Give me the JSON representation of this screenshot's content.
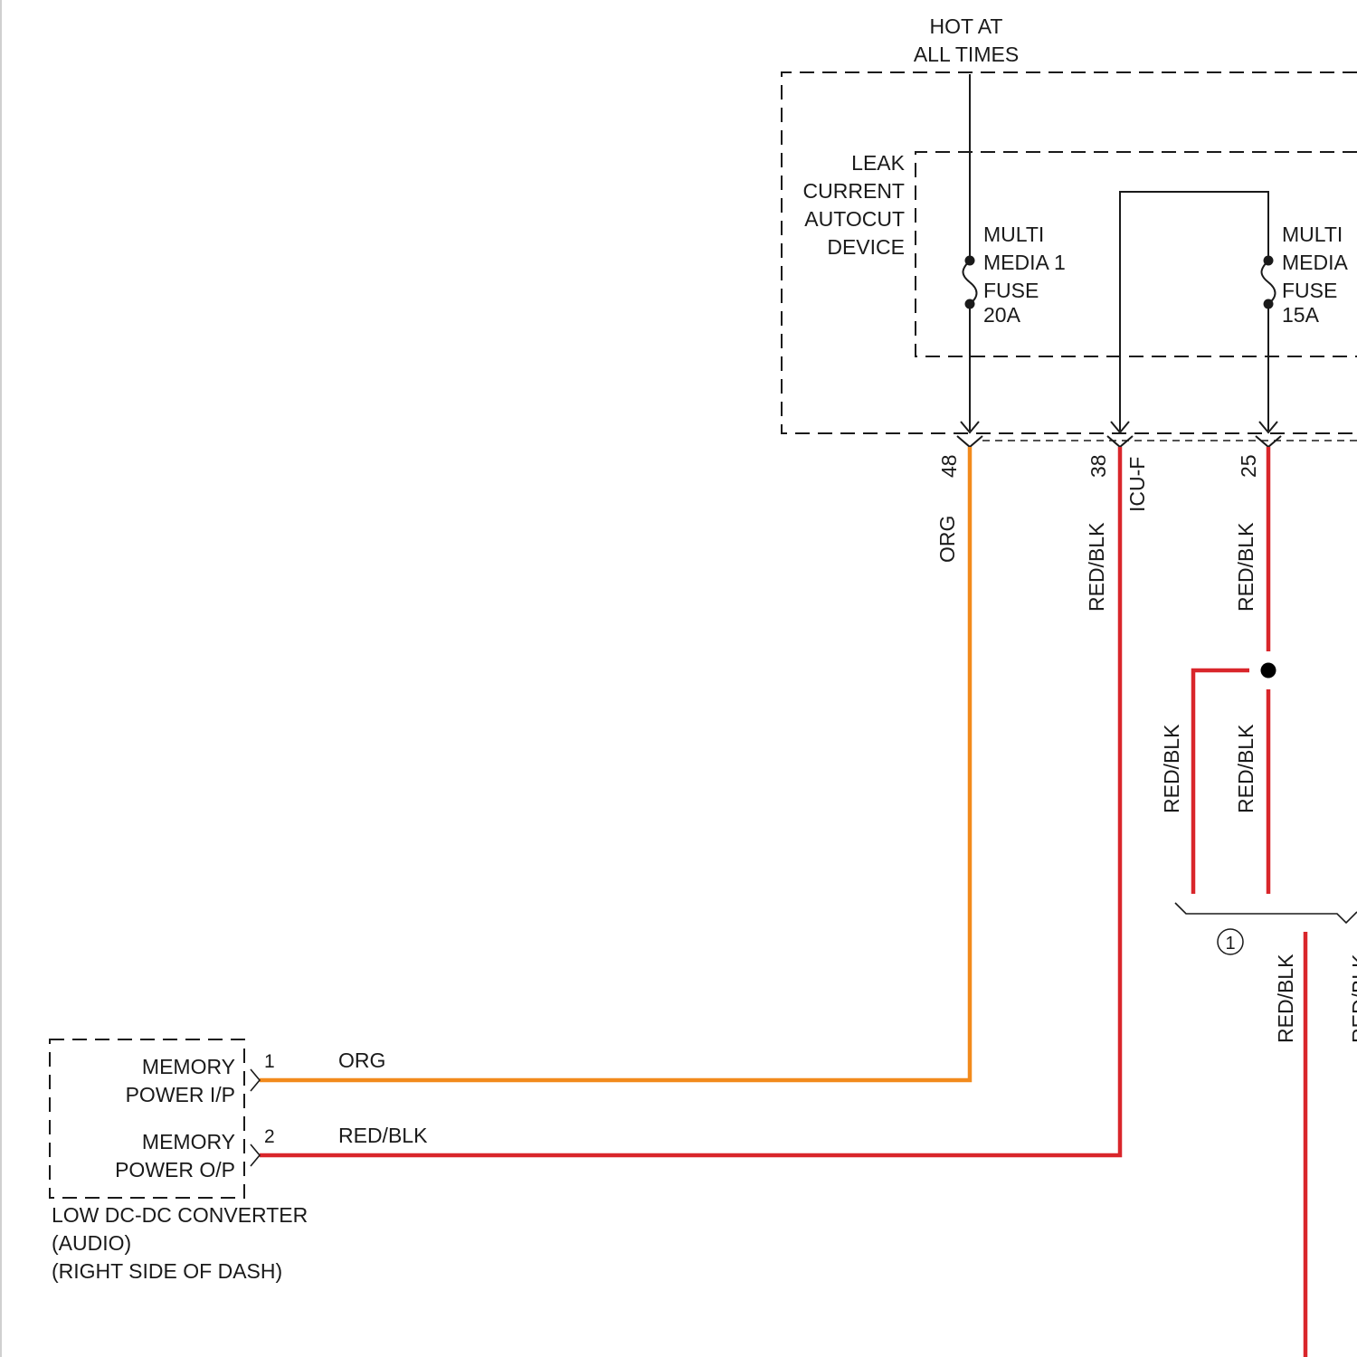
{
  "colors": {
    "org_wire": "#f28a1c",
    "red_blk_wire": "#d9262b",
    "line": "#1a1a1a"
  },
  "power_source": {
    "line1": "HOT AT",
    "line2": "ALL TIMES"
  },
  "autocut_device": {
    "line1": "LEAK",
    "line2": "CURRENT",
    "line3": "AUTOCUT",
    "line4": "DEVICE"
  },
  "fuse_1": {
    "line1": "MULTI",
    "line2": "MEDIA 1",
    "line3": "FUSE",
    "line4": "20A"
  },
  "fuse_2": {
    "line1": "MULTI",
    "line2": "MEDIA",
    "line3": "FUSE",
    "line4": "15A"
  },
  "connector_pins": {
    "pin_48": "48",
    "pin_38": "38",
    "pin_25": "25",
    "connector_name": "ICU-F"
  },
  "wire_labels": {
    "org_vertical": "ORG",
    "red_blk_38": "RED/BLK",
    "red_blk_25": "RED/BLK",
    "red_blk_branch_left": "RED/BLK",
    "red_blk_branch_right": "RED/BLK",
    "red_blk_lower_1": "RED/BLK",
    "red_blk_lower_2": "RED/BLK",
    "org_horizontal": "ORG",
    "red_blk_horizontal": "RED/BLK"
  },
  "splice_marker": "1",
  "converter": {
    "pin_1": "1",
    "pin_2": "2",
    "memory_in_line1": "MEMORY",
    "memory_in_line2": "POWER I/P",
    "memory_out_line1": "MEMORY",
    "memory_out_line2": "POWER O/P",
    "name_line1": "LOW DC-DC CONVERTER",
    "name_line2": "(AUDIO)",
    "name_line3": "(RIGHT SIDE OF DASH)"
  }
}
